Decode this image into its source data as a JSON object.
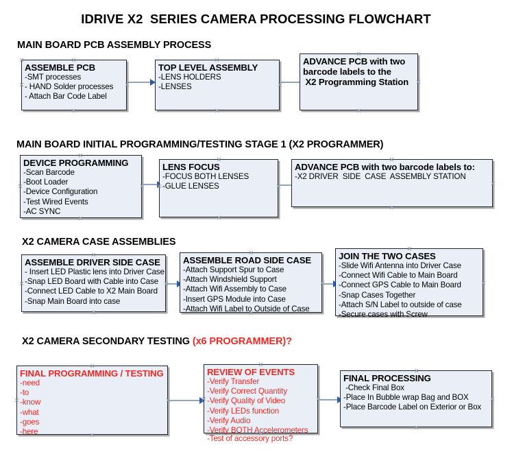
{
  "document": {
    "title": "IDRIVE X2  SERIES CAMERA PROCESSING FLOWCHART"
  },
  "colors": {
    "box_fill": "#e9eef7",
    "box_border": "#20242b",
    "red_accent": "#ec2b26",
    "arrow_shaft": "#8fa5bd",
    "arrow_head": "#2a5db0",
    "page_background": "#ffffff"
  },
  "sections": [
    {
      "id": "main-board-pcb-assembly",
      "header": "MAIN BOARD PCB ASSEMBLY PROCESS",
      "header_suffix": "",
      "nodes": [
        {
          "id": "assemble-pcb",
          "title": "ASSEMBLE PCB",
          "lines": [
            "-SMT processes",
            "- HAND Solder processes",
            "- Attach Bar Code Label"
          ],
          "all_bold": false,
          "red": false
        },
        {
          "id": "top-level-assembly",
          "title": "TOP LEVEL ASSEMBLY",
          "lines": [
            "-LENS HOLDERS",
            "-LENSES"
          ],
          "all_bold": false,
          "red": false
        },
        {
          "id": "advance-pcb-to-programming-station",
          "title": "ADVANCE PCB with two",
          "lines": [
            "barcode labels to the",
            " X2 Programming Station"
          ],
          "all_bold": true,
          "red": false
        }
      ]
    },
    {
      "id": "main-board-initial-programming",
      "header": "MAIN BOARD INITIAL PROGRAMMING/TESTING STAGE 1 (X2 PROGRAMMER)",
      "header_suffix": "",
      "nodes": [
        {
          "id": "device-programming",
          "title": "DEVICE PROGRAMMING",
          "lines": [
            "-Scan Barcode",
            "-Boot Loader",
            "-Device Configuration",
            "-Test Wired Events",
            "-AC SYNC"
          ],
          "all_bold": false,
          "red": false
        },
        {
          "id": "lens-focus",
          "title": "LENS FOCUS",
          "lines": [
            "-FOCUS BOTH LENSES",
            "-GLUE LENSES"
          ],
          "all_bold": false,
          "red": false
        },
        {
          "id": "advance-pcb-to-driver-side-case",
          "title": "ADVANCE PCB with two barcode labels to:",
          "lines": [
            "-X2 DRIVER  SIDE  CASE  ASSEMBLY STATION"
          ],
          "all_bold": false,
          "red": false
        }
      ]
    },
    {
      "id": "x2-camera-case-assemblies",
      "header": "X2 CAMERA CASE ASSEMBLIES",
      "header_suffix": "",
      "nodes": [
        {
          "id": "assemble-driver-side-case",
          "title": "ASSEMBLE DRIVER SIDE CASE",
          "lines": [
            "- Insert LED Plastic lens into Driver Case",
            "-Snap LED Board with Cable into Case",
            "-Connect LED Cable to X2 Main Board",
            "-Snap Main Board into case"
          ],
          "all_bold": false,
          "red": false
        },
        {
          "id": "assemble-road-side-case",
          "title": "ASSEMBLE ROAD SIDE CASE",
          "lines": [
            "-Attach Support Spur to Case",
            "-Attach Windshield Support",
            "-Attach Wifi Assembly to Case",
            "-Insert GPS Module into Case",
            "-Attach Wifi Label to Outside of Case"
          ],
          "all_bold": false,
          "red": false
        },
        {
          "id": "join-the-two-cases",
          "title": "JOIN THE TWO CASES",
          "lines": [
            "-Slide Wifi Antenna into Driver Case",
            "-Connect Wifi Cable to Main Board",
            "-Connect GPS Cable to Main Board",
            "-Snap Cases Together",
            "-Attach S/N Label to outside of case",
            "-Secure cases with Screw"
          ],
          "all_bold": false,
          "red": false
        }
      ]
    },
    {
      "id": "x2-camera-secondary-testing",
      "header": "X2 CAMERA SECONDARY TESTING ",
      "header_suffix": "(x6 PROGRAMMER)?",
      "nodes": [
        {
          "id": "final-programming-testing",
          "title": "FINAL PROGRAMMING / TESTING",
          "lines": [
            "-need",
            "-to",
            "-know",
            "-what",
            "-goes",
            "-here"
          ],
          "all_bold": false,
          "red": true
        },
        {
          "id": "review-of-events",
          "title": "REVIEW OF EVENTS",
          "lines": [
            "-Verify Transfer",
            "-Verify Correct Quantity",
            "-Verify Quality of Video",
            "-Verify LEDs function",
            "-Verify Audio",
            "-Verify BOTH Accelerometers"
          ],
          "overflow_line": "-Test of accessory ports?",
          "all_bold": false,
          "red": true
        },
        {
          "id": "final-processing",
          "title": "FINAL PROCESSING",
          "lines": [
            " -Check Final Box",
            "-Place In Bubble wrap Bag and BOX",
            "-Place Barcode Label on Exterior or Box"
          ],
          "all_bold": false,
          "red": false
        }
      ]
    }
  ]
}
